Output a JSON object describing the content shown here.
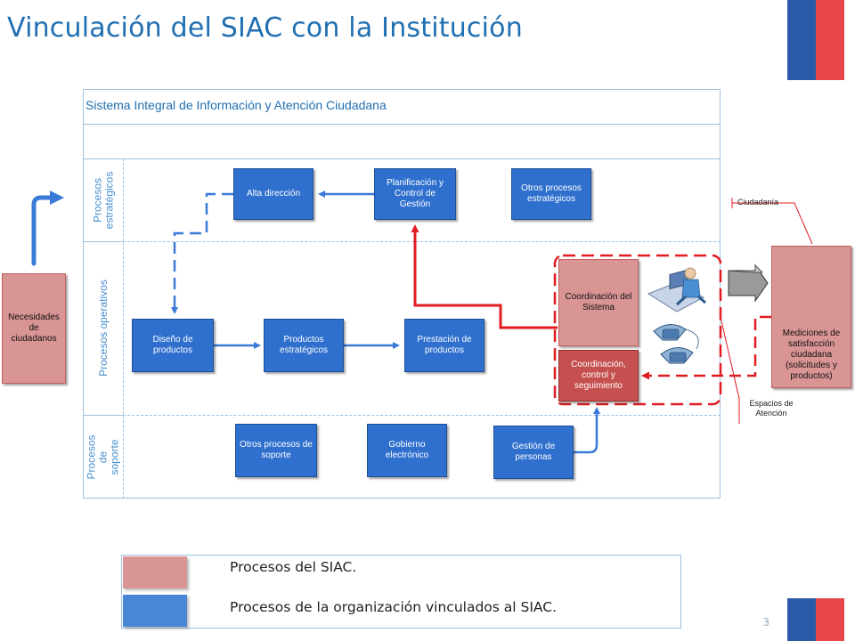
{
  "title": "Vinculación del SIAC con la Institución",
  "colors": {
    "title": "#1f6fb2",
    "blue_box": "#2f6fcd",
    "siac_box": "#d99494",
    "siac_dark": "#c5504f",
    "arrow_red": "#e01b22",
    "frame": "#9ec1df"
  },
  "frame_title": "Sistema Integral de Información y Atención Ciudadana",
  "rows": {
    "strategic": "Procesos estratégicos",
    "operative": "Procesos operativos",
    "support": "Procesos de soporte"
  },
  "boxes": {
    "needs": "Necesidades de ciudadanos",
    "alta_direccion": "Alta dirección",
    "planificacion": "Planificación y Control de Gestión",
    "otros_estrategicos": "Otros procesos estratégicos",
    "diseno": "Diseño de productos",
    "productos": "Productos estratégicos",
    "prestacion": "Prestación de productos",
    "coordinacion_sistema": "Coordinación del Sistema",
    "coordinacion_control": "Coordinación, control y seguimiento",
    "otros_soporte": "Otros procesos de soporte",
    "gobierno": "Gobierno electrónico",
    "gestion_personas": "Gestión de personas",
    "mediciones": "Mediciones de satisfacción ciudadana (solicitudes y productos)"
  },
  "callouts": {
    "ciudadania": "Ciudadanía",
    "espacios": "Espacios de Atención"
  },
  "legend": {
    "siac": "Procesos del SIAC.",
    "org": "Procesos de la organización vinculados al SIAC."
  },
  "page_number": "3"
}
